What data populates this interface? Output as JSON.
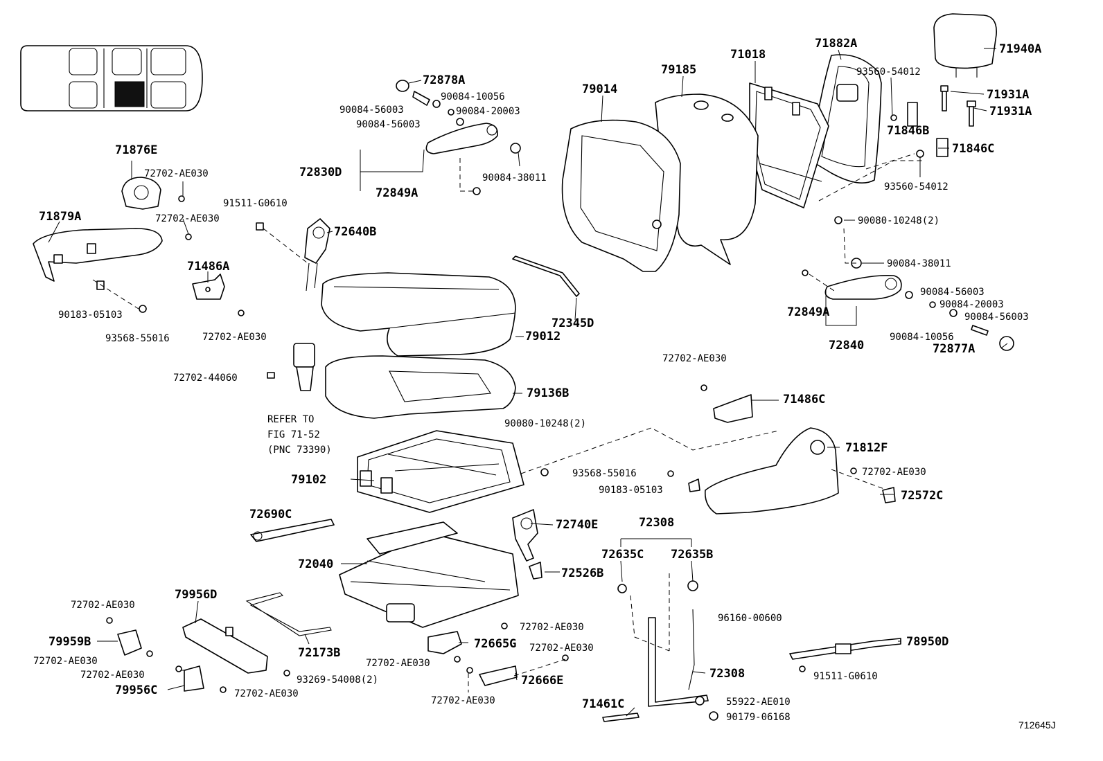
{
  "figure_id": "712645J",
  "refer_note": {
    "line1": "REFER TO",
    "line2": "FIG 71-52",
    "line3": "(PNC 73390)"
  },
  "parts": [
    {
      "id": "71940A"
    },
    {
      "id": "71931A"
    },
    {
      "id": "71931A"
    },
    {
      "id": "71882A"
    },
    {
      "id": "71018"
    },
    {
      "id": "79185"
    },
    {
      "id": "79014"
    },
    {
      "id": "93560-54012"
    },
    {
      "id": "71846B"
    },
    {
      "id": "71846C"
    },
    {
      "id": "93560-54012"
    },
    {
      "id": "90080-10248(2)"
    },
    {
      "id": "90084-38011"
    },
    {
      "id": "90084-56003"
    },
    {
      "id": "90084-20003"
    },
    {
      "id": "90084-56003"
    },
    {
      "id": "90084-10056"
    },
    {
      "id": "72877A"
    },
    {
      "id": "72849A"
    },
    {
      "id": "72840"
    },
    {
      "id": "72878A"
    },
    {
      "id": "90084-10056"
    },
    {
      "id": "90084-56003"
    },
    {
      "id": "90084-20003"
    },
    {
      "id": "90084-56003"
    },
    {
      "id": "72830D"
    },
    {
      "id": "90084-38011"
    },
    {
      "id": "72849A"
    },
    {
      "id": "71876E"
    },
    {
      "id": "72702-AE030"
    },
    {
      "id": "72702-AE030"
    },
    {
      "id": "71879A"
    },
    {
      "id": "91511-G0610"
    },
    {
      "id": "72640B"
    },
    {
      "id": "71486A"
    },
    {
      "id": "90183-05103"
    },
    {
      "id": "93568-55016"
    },
    {
      "id": "72702-AE030"
    },
    {
      "id": "72345D"
    },
    {
      "id": "79012"
    },
    {
      "id": "72702-44060"
    },
    {
      "id": "79136B"
    },
    {
      "id": "72702-AE030"
    },
    {
      "id": "71486C"
    },
    {
      "id": "90080-10248(2)"
    },
    {
      "id": "71812F"
    },
    {
      "id": "93568-55016"
    },
    {
      "id": "72702-AE030"
    },
    {
      "id": "90183-05103"
    },
    {
      "id": "72572C"
    },
    {
      "id": "79102"
    },
    {
      "id": "72690C"
    },
    {
      "id": "72740E"
    },
    {
      "id": "72308"
    },
    {
      "id": "72040"
    },
    {
      "id": "72526B"
    },
    {
      "id": "72635C"
    },
    {
      "id": "72635B"
    },
    {
      "id": "79956D"
    },
    {
      "id": "72702-AE030"
    },
    {
      "id": "96160-00600"
    },
    {
      "id": "79959B"
    },
    {
      "id": "72702-AE030"
    },
    {
      "id": "72665G"
    },
    {
      "id": "72702-AE030"
    },
    {
      "id": "78950D"
    },
    {
      "id": "72173B"
    },
    {
      "id": "72702-AE030"
    },
    {
      "id": "72702-AE030"
    },
    {
      "id": "72308"
    },
    {
      "id": "91511-G0610"
    },
    {
      "id": "79956C"
    },
    {
      "id": "93269-54008(2)"
    },
    {
      "id": "72702-AE030"
    },
    {
      "id": "72666E"
    },
    {
      "id": "72702-AE030"
    },
    {
      "id": "55922-AE010"
    },
    {
      "id": "71461C"
    },
    {
      "id": "90179-06168"
    }
  ]
}
